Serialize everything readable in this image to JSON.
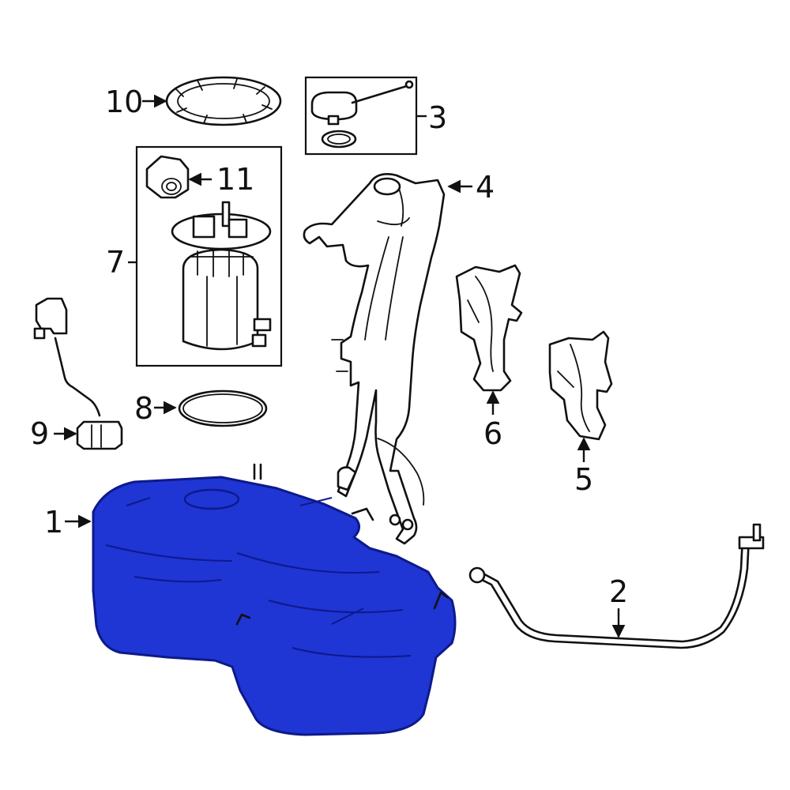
{
  "colors": {
    "highlight": "#1f35d4",
    "highlight_dark": "#0d1a8a",
    "line": "#111111",
    "background": "#ffffff"
  },
  "callouts": [
    {
      "id": "1",
      "label": "1"
    },
    {
      "id": "2",
      "label": "2"
    },
    {
      "id": "3",
      "label": "3"
    },
    {
      "id": "4",
      "label": "4"
    },
    {
      "id": "5",
      "label": "5"
    },
    {
      "id": "6",
      "label": "6"
    },
    {
      "id": "7",
      "label": "7"
    },
    {
      "id": "8",
      "label": "8"
    },
    {
      "id": "9",
      "label": "9"
    },
    {
      "id": "10",
      "label": "10"
    },
    {
      "id": "11",
      "label": "11"
    }
  ]
}
